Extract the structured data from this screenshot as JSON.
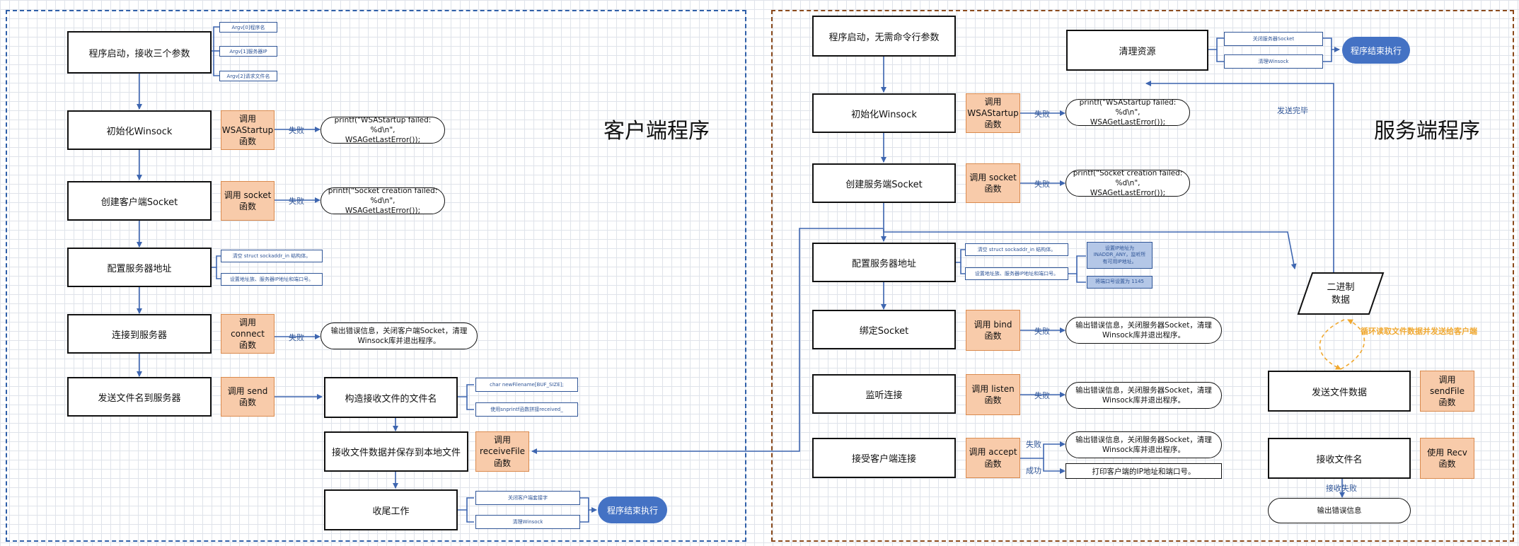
{
  "client": {
    "title": "客户端程序",
    "main": {
      "start": "程序启动，接收三个参数",
      "init": "初始化Winsock",
      "create": "创建客户端Socket",
      "config": "配置服务器地址",
      "connect": "连接到服务器",
      "send": "发送文件名到服务器",
      "build": "构造接收文件的文件名",
      "receive": "接收文件数据并保存到本地文件",
      "cleanup": "收尾工作"
    },
    "argv": [
      "Argv[0]程序名",
      "Argv[1]服务器IP",
      "Argv[2]请求文件名"
    ],
    "calls": {
      "wsa": "调用\nWSAStartup\n函数",
      "socket": "调用 socket\n函数",
      "connect": "调用\nconnect\n函数",
      "send": "调用 send\n函数",
      "receive": "调用\nreceiveFile\n函数"
    },
    "errors": {
      "wsa": "printf(\"WSAStartup failed: %d\\n\",\nWSAGetLastError());",
      "socket": "printf(\"Socket creation failed: %d\\n\",\nWSAGetLastError());",
      "connect": "输出错误信息，关闭客户端Socket，清理\nWinsock库并退出程序。"
    },
    "fail_label": "失败",
    "notes": {
      "config1": "清空 struct sockaddr_in 结构体。",
      "config2": "设置地址族、服务器IP地址和端口号。",
      "build1": "char newFilename[BUF_SIZE];",
      "build2": "使用snprintf函数拼接received_",
      "cleanup1": "关闭客户端套接字",
      "cleanup2": "清理Winsock"
    },
    "end": "程序结束执行"
  },
  "server": {
    "title": "服务端程序",
    "main": {
      "start": "程序启动，无需命令行参数",
      "init": "初始化Winsock",
      "create": "创建服务端Socket",
      "config": "配置服务器地址",
      "bind": "绑定Socket",
      "listen": "监听连接",
      "accept": "接受客户端连接",
      "cleanup": "清理资源",
      "sendfile": "发送文件数据",
      "recvname": "接收文件名"
    },
    "calls": {
      "wsa": "调用\nWSAStartup\n函数",
      "socket": "调用 socket\n函数",
      "bind": "调用 bind\n函数",
      "listen": "调用 listen\n函数",
      "accept": "调用 accept\n函数",
      "sendfile": "调用\nsendFile\n函数",
      "recv": "使用 Recv\n函数"
    },
    "errors": {
      "wsa": "printf(\"WSAStartup failed: %d\\n\",\nWSAGetLastError());",
      "socket": "printf(\"Socket creation failed: %d\\n\",\nWSAGetLastError());",
      "bind": "输出错误信息，关闭服务器Socket，清理\nWinsock库并退出程序。",
      "listen": "输出错误信息，关闭服务器Socket，清理\nWinsock库并退出程序。",
      "accept": "输出错误信息，关闭服务器Socket，清理\nWinsock库并退出程序。",
      "recv": "输出错误信息"
    },
    "success_text": "打印客户端的IP地址和端口号。",
    "labels": {
      "fail": "失败",
      "success": "成功",
      "done": "发送完毕",
      "recv_fail": "接收失败",
      "loop": "循环读取文件数据并发送给客户端"
    },
    "notes": {
      "config1": "清空 struct sockaddr_in 结构体。",
      "config2": "设置地址族、服务器IP地址和端口号。",
      "ip": "设置IP地址为\nINADDR_ANY，监听所\n有可用IP地址。",
      "port": "将端口号设置为 1145",
      "cleanup1": "关闭服务器Socket",
      "cleanup2": "清理Winsock"
    },
    "data_shape": "二进制\n数据",
    "end": "程序结束执行"
  }
}
